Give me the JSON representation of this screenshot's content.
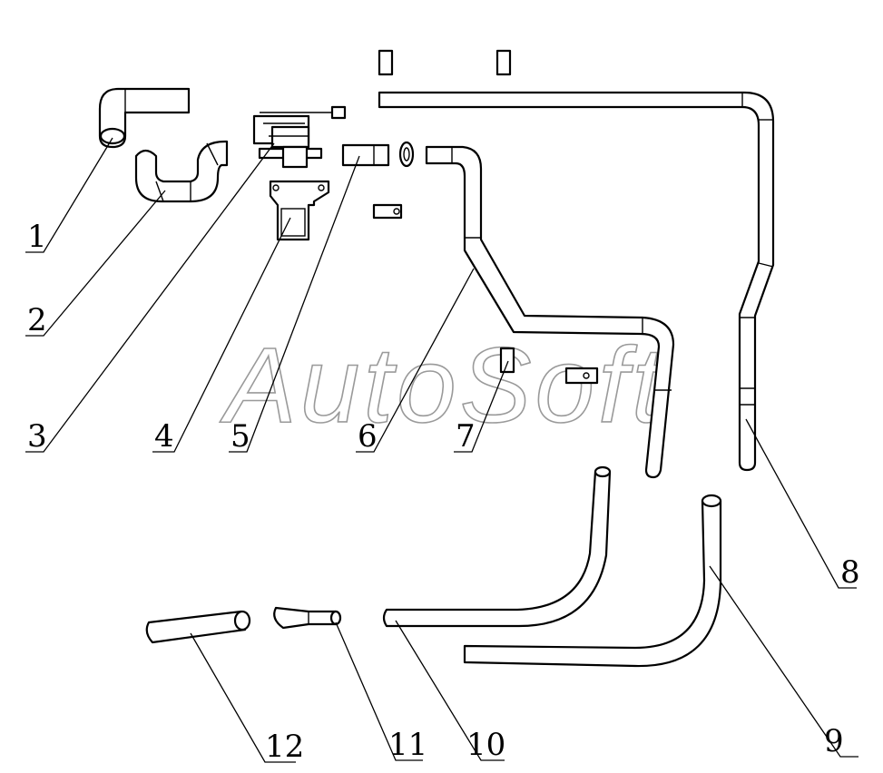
{
  "watermark": "AutoSoft",
  "callouts": [
    {
      "id": "1",
      "label": "1"
    },
    {
      "id": "2",
      "label": "2"
    },
    {
      "id": "3",
      "label": "3"
    },
    {
      "id": "4",
      "label": "4"
    },
    {
      "id": "5",
      "label": "5"
    },
    {
      "id": "6",
      "label": "6"
    },
    {
      "id": "7",
      "label": "7"
    },
    {
      "id": "8",
      "label": "8"
    },
    {
      "id": "9",
      "label": "9"
    },
    {
      "id": "10",
      "label": "10"
    },
    {
      "id": "11",
      "label": "11"
    },
    {
      "id": "12",
      "label": "12"
    }
  ]
}
